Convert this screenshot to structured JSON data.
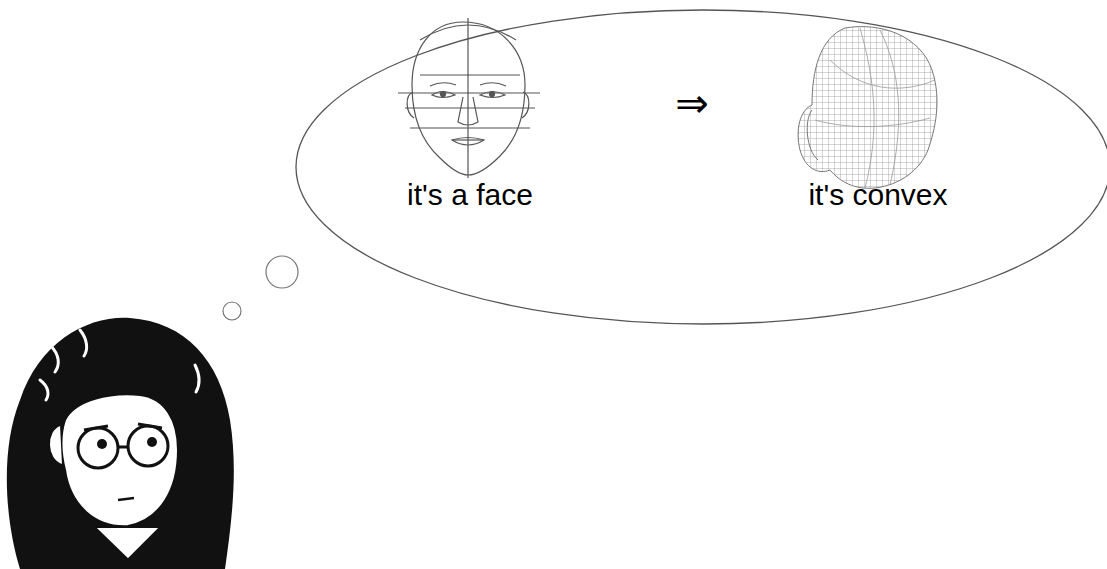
{
  "diagram": {
    "nodes": [
      {
        "text": [
          "it's a face"
        ]
      },
      {
        "text": [
          "it's convex"
        ]
      }
    ],
    "labels": [
      "⇒"
    ]
  }
}
